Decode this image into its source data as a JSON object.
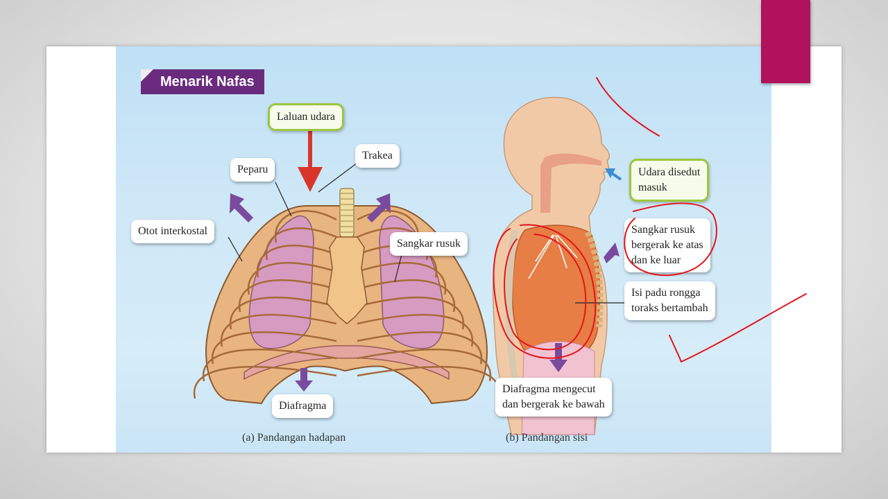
{
  "figure": {
    "title": "Menarik Nafas",
    "front_view": {
      "labels": {
        "airway": "Laluan udara",
        "trachea": "Trakea",
        "lungs": "Peparu",
        "intercostal": "Otot interkostal",
        "ribcage": "Sangkar rusuk",
        "diaphragm": "Diafragma"
      },
      "caption": "(a)  Pandangan hadapan"
    },
    "side_view": {
      "labels": {
        "air_in": [
          "Udara disedut",
          "masuk"
        ],
        "ribcage_move": [
          "Sangkar rusuk",
          "bergerak ke atas",
          "dan ke luar"
        ],
        "volume": [
          "Isi padu rongga",
          "toraks  bertambah"
        ],
        "diaphragm_move": [
          "Diafragma mengecut",
          "dan bergerak ke bawah"
        ]
      },
      "caption": "(b)  Pandangan sisi"
    }
  },
  "colors": {
    "accent": "#b0125b",
    "banner": "#6a2b7e",
    "arrow_red": "#d9362b",
    "arrow_purple": "#7a4a9c",
    "arrow_blue": "#3b8fd0",
    "ink": "#e3141b",
    "label_green_border": "#9cc63f"
  }
}
